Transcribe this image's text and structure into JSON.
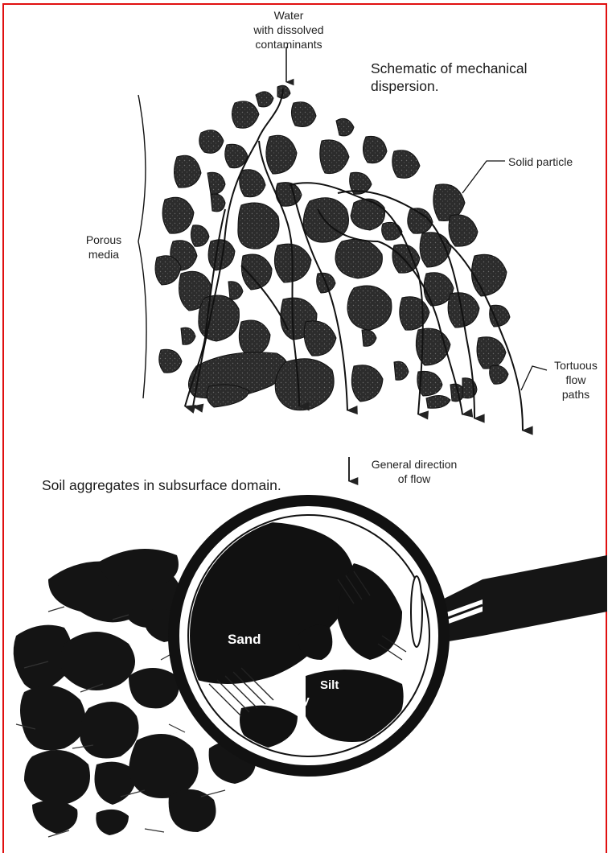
{
  "top_diagram": {
    "input_label": "Water\nwith dissolved\ncontaminants",
    "title": "Schematic of mechanical\ndispersion.",
    "solid_particle_label": "Solid particle",
    "porous_media_label": "Porous\nmedia",
    "tortuous_label": "Tortuous\nflow\npaths"
  },
  "bottom_diagram": {
    "title": "Soil aggregates in subsurface domain.",
    "flow_label": "General direction\nof flow",
    "sand_label": "Sand",
    "silt_label": "Silt",
    "clay_label": "Clay"
  },
  "colors": {
    "particle": "#2a2a2a",
    "ink": "#111111",
    "border": "#e01010"
  }
}
